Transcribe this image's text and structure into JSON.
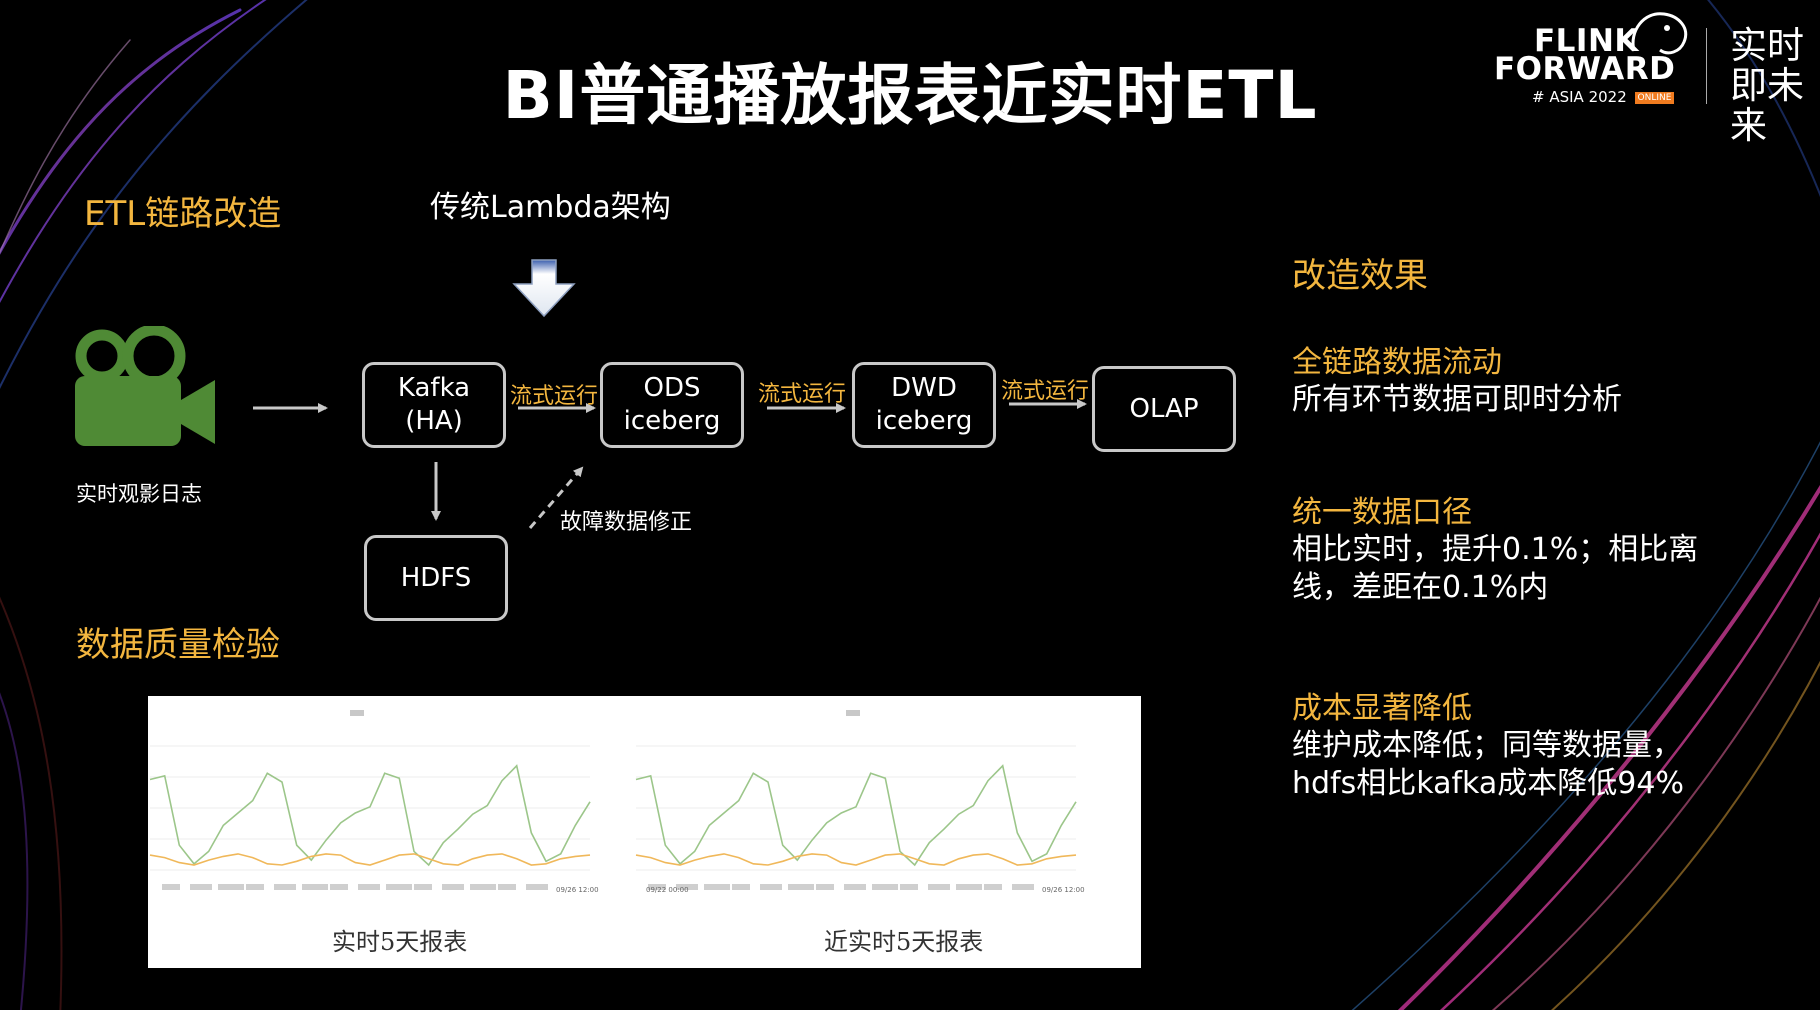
{
  "title": "BI普通播放报表近实时ETL",
  "logo": {
    "line1": "FLINK",
    "line2": "FORWARD",
    "sub": "# ASIA 2022",
    "badge": "ONLINE",
    "side": "实时即未来"
  },
  "left": {
    "etl_label": "ETL链路改造",
    "camera_caption": "实时观影日志",
    "dq_label": "数据质量检验"
  },
  "diagram": {
    "lambda_label": "传统Lambda架构",
    "nodes": {
      "kafka": [
        "Kafka",
        "(HA)"
      ],
      "ods": [
        "ODS",
        "iceberg"
      ],
      "dwd": [
        "DWD",
        "iceberg"
      ],
      "olap": "OLAP",
      "hdfs": "HDFS"
    },
    "edge_label": "流式运行",
    "fix_label": "故障数据修正"
  },
  "effects": {
    "heading": "改造效果",
    "items": [
      {
        "title": "全链路数据流动",
        "text": [
          "所有环节数据可即时分析"
        ]
      },
      {
        "title": "统一数据口径",
        "text": [
          "相比实时，提升0.1%；相比离",
          "线，差距在0.1%内"
        ]
      },
      {
        "title": "成本显著降低",
        "text": [
          "维护成本降低；同等数据量，",
          "hdfs相比kafka成本降低94%"
        ]
      }
    ]
  },
  "colors": {
    "accent": "#f3b63f",
    "camera": "#4f8a35",
    "green_series": "#9cc68a",
    "orange_series": "#f0b85a",
    "badge": "#f07b1f"
  },
  "chart_data": [
    {
      "type": "line",
      "title": "",
      "caption": "实时5天报表",
      "x_last_tick": "09/26 12:00",
      "series": [
        {
          "values": [
            0.73,
            0.76,
            0.2,
            0.05,
            0.15,
            0.36,
            0.46,
            0.56,
            0.78,
            0.71,
            0.2,
            0.08,
            0.24,
            0.38,
            0.46,
            0.51,
            0.78,
            0.74,
            0.15,
            0.04,
            0.22,
            0.33,
            0.45,
            0.52,
            0.72,
            0.84,
            0.3,
            0.07,
            0.13,
            0.36,
            0.55
          ]
        },
        {
          "values": [
            0.12,
            0.1,
            0.06,
            0.04,
            0.08,
            0.11,
            0.13,
            0.1,
            0.05,
            0.04,
            0.07,
            0.11,
            0.13,
            0.12,
            0.06,
            0.04,
            0.08,
            0.12,
            0.13,
            0.09,
            0.05,
            0.04,
            0.09,
            0.12,
            0.13,
            0.09,
            0.04,
            0.05,
            0.09,
            0.11,
            0.12
          ]
        }
      ]
    },
    {
      "type": "line",
      "title": "",
      "caption": "近实时5天报表",
      "x_first_tick": "09/22 00:00",
      "x_last_tick": "09/26 12:00",
      "series": [
        {
          "values": [
            0.73,
            0.76,
            0.2,
            0.05,
            0.15,
            0.36,
            0.46,
            0.56,
            0.78,
            0.71,
            0.2,
            0.08,
            0.24,
            0.38,
            0.46,
            0.51,
            0.78,
            0.74,
            0.15,
            0.04,
            0.22,
            0.33,
            0.45,
            0.52,
            0.72,
            0.84,
            0.3,
            0.07,
            0.13,
            0.36,
            0.55
          ]
        },
        {
          "values": [
            0.12,
            0.1,
            0.06,
            0.04,
            0.08,
            0.11,
            0.13,
            0.1,
            0.05,
            0.04,
            0.07,
            0.11,
            0.13,
            0.12,
            0.06,
            0.04,
            0.08,
            0.12,
            0.13,
            0.09,
            0.05,
            0.04,
            0.09,
            0.12,
            0.13,
            0.09,
            0.04,
            0.05,
            0.09,
            0.11,
            0.12
          ]
        }
      ]
    }
  ]
}
